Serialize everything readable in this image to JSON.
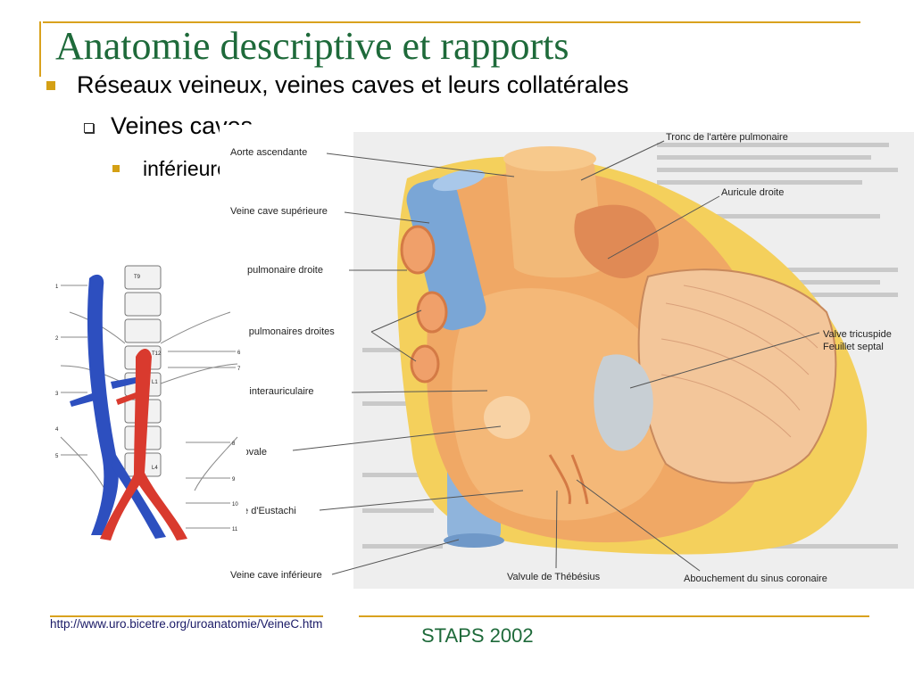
{
  "slide": {
    "title": "Anatomie descriptive et rapports",
    "bullets": [
      {
        "level": 1,
        "text": "Réseaux veineux, veines caves et leurs collatérales"
      },
      {
        "level": 2,
        "text": "Veines caves"
      },
      {
        "level": 3,
        "text": "inférieure"
      }
    ],
    "footer": {
      "source": "http://www.uro.bicetre.org/uroanatomie/VeineC.htm",
      "center": "STAPS 2002"
    }
  },
  "heart_figure": {
    "labels": [
      "Aorte ascendante",
      "Veine cave supérieure",
      "ère pulmonaire droite",
      "nes pulmonaires droites",
      "tum interauriculaire",
      "se ovale",
      "vule d'Eustachi",
      "Veine cave inférieure",
      "Valvule de Thébésius",
      "Abouchement du sinus coronaire",
      "Tronc de l'artère pulmonaire",
      "Auricule droite",
      "Valve tricuspide",
      "Feuillet septal"
    ]
  },
  "spine_figure": {
    "numbers_left": [
      "1",
      "2",
      "3",
      "4",
      "5"
    ],
    "numbers_right": [
      "6",
      "7",
      "8",
      "9",
      "10",
      "11"
    ],
    "vertebra_labels": [
      "T9",
      "T12",
      "L1",
      "L4"
    ]
  },
  "colors": {
    "title": "#1e6a3a",
    "accent_gold": "#d9a21e",
    "vein_blue": "#2d4fbf",
    "artery_red": "#d93a2e",
    "heart_orange": "#f0a865",
    "link": "#1a1a66"
  }
}
